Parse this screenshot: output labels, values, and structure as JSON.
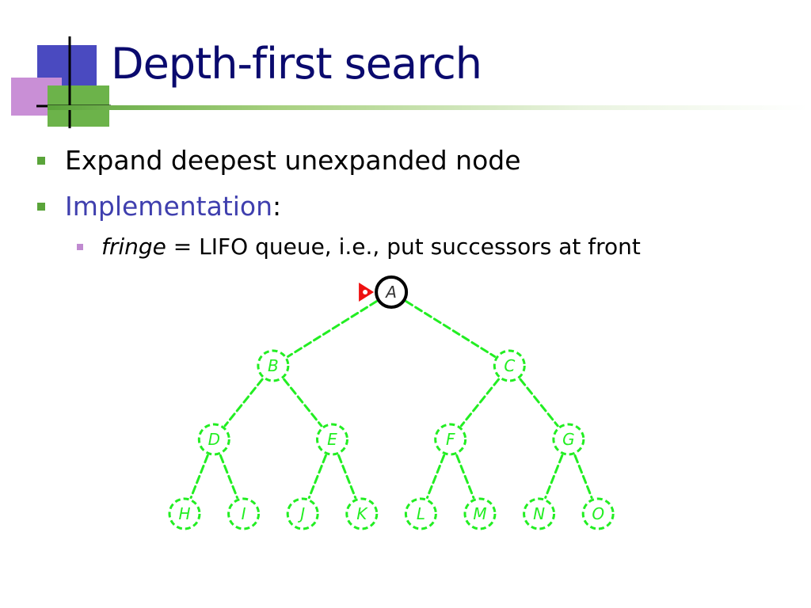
{
  "slide": {
    "title": "Depth-first search",
    "bullets": {
      "b1": "Expand deepest unexpanded node",
      "b2_term": "Implementation",
      "b2_suffix": ":",
      "b3_term": "fringe",
      "b3_rest": " = LIFO queue, i.e., put successors at front"
    },
    "colors": {
      "title": "#0a0a6e",
      "accent": "#3f3fae",
      "bullet_green": "#5aa43a",
      "bullet_purple": "#c08ad0",
      "tree_green": "#22ee22",
      "current_node": "#000000",
      "marker_red": "#ee1111"
    }
  },
  "tree": {
    "nodes": [
      {
        "id": "A",
        "state": "current"
      },
      {
        "id": "B",
        "state": "unvisited"
      },
      {
        "id": "C",
        "state": "unvisited"
      },
      {
        "id": "D",
        "state": "unvisited"
      },
      {
        "id": "E",
        "state": "unvisited"
      },
      {
        "id": "F",
        "state": "unvisited"
      },
      {
        "id": "G",
        "state": "unvisited"
      },
      {
        "id": "H",
        "state": "unvisited"
      },
      {
        "id": "I",
        "state": "unvisited"
      },
      {
        "id": "J",
        "state": "unvisited"
      },
      {
        "id": "K",
        "state": "unvisited"
      },
      {
        "id": "L",
        "state": "unvisited"
      },
      {
        "id": "M",
        "state": "unvisited"
      },
      {
        "id": "N",
        "state": "unvisited"
      },
      {
        "id": "O",
        "state": "unvisited"
      }
    ],
    "edges": [
      [
        "A",
        "B"
      ],
      [
        "A",
        "C"
      ],
      [
        "B",
        "D"
      ],
      [
        "B",
        "E"
      ],
      [
        "C",
        "F"
      ],
      [
        "C",
        "G"
      ],
      [
        "D",
        "H"
      ],
      [
        "D",
        "I"
      ],
      [
        "E",
        "J"
      ],
      [
        "E",
        "K"
      ],
      [
        "F",
        "L"
      ],
      [
        "F",
        "M"
      ],
      [
        "G",
        "N"
      ],
      [
        "G",
        "O"
      ]
    ],
    "marker_node": "A",
    "marker_icon": "red-triangle-icon"
  }
}
